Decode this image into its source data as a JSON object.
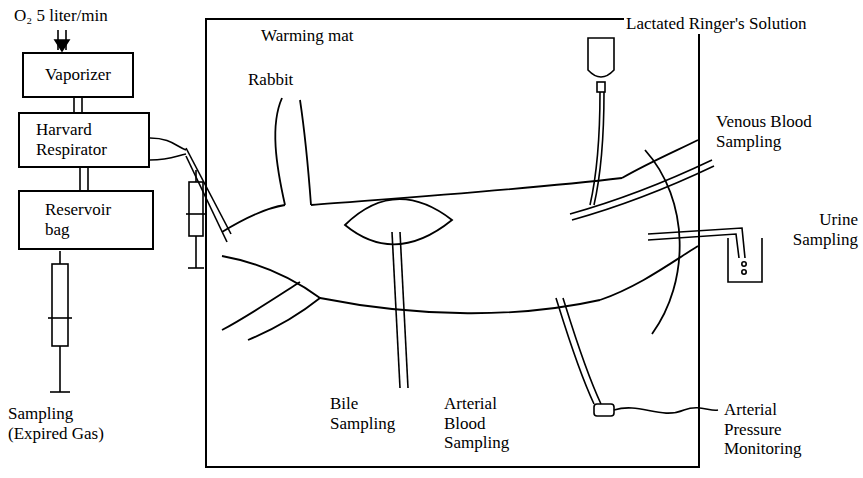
{
  "diagram": {
    "nodes": [
      {
        "text": [
          "Vaporizer"
        ]
      },
      {
        "text": [
          "Harvard Respirator"
        ]
      },
      {
        "text": [
          "Reservoir bag"
        ]
      },
      {
        "text": [
          "Warming mat"
        ]
      }
    ],
    "edges": [
      {
        "from": 0,
        "to": 1,
        "arrow": "none"
      },
      {
        "from": 1,
        "to": 2,
        "arrow": "none"
      }
    ],
    "labels": [
      "O₂ 5 liter/min",
      "Rabbit",
      "Lactated Ringer's Solution",
      "Venous Blood Sampling",
      "Urine Sampling",
      "Bile Sampling",
      "Arterial Blood Sampling",
      "Arterial Pressure Monitoring",
      "Sampling (Expired Gas)"
    ]
  }
}
